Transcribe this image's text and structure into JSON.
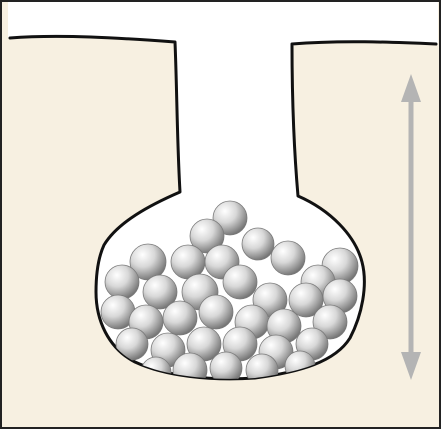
{
  "diagram": {
    "colors": {
      "frame": "#222222",
      "ground": "#f7f0e1",
      "cavity": "#ffffff",
      "cavity_outline": "#111111",
      "arrow": "#b4b4b4",
      "ball_highlight": "#ffffff",
      "ball_mid": "#d8d8d8",
      "ball_shadow": "#6e6e6e",
      "ball_outline": "#7a7a7a"
    },
    "elements": {
      "cavity": "flask-shaped-opening",
      "filling": "sphere-packing",
      "indicator": "double-headed-vertical-arrow"
    }
  }
}
